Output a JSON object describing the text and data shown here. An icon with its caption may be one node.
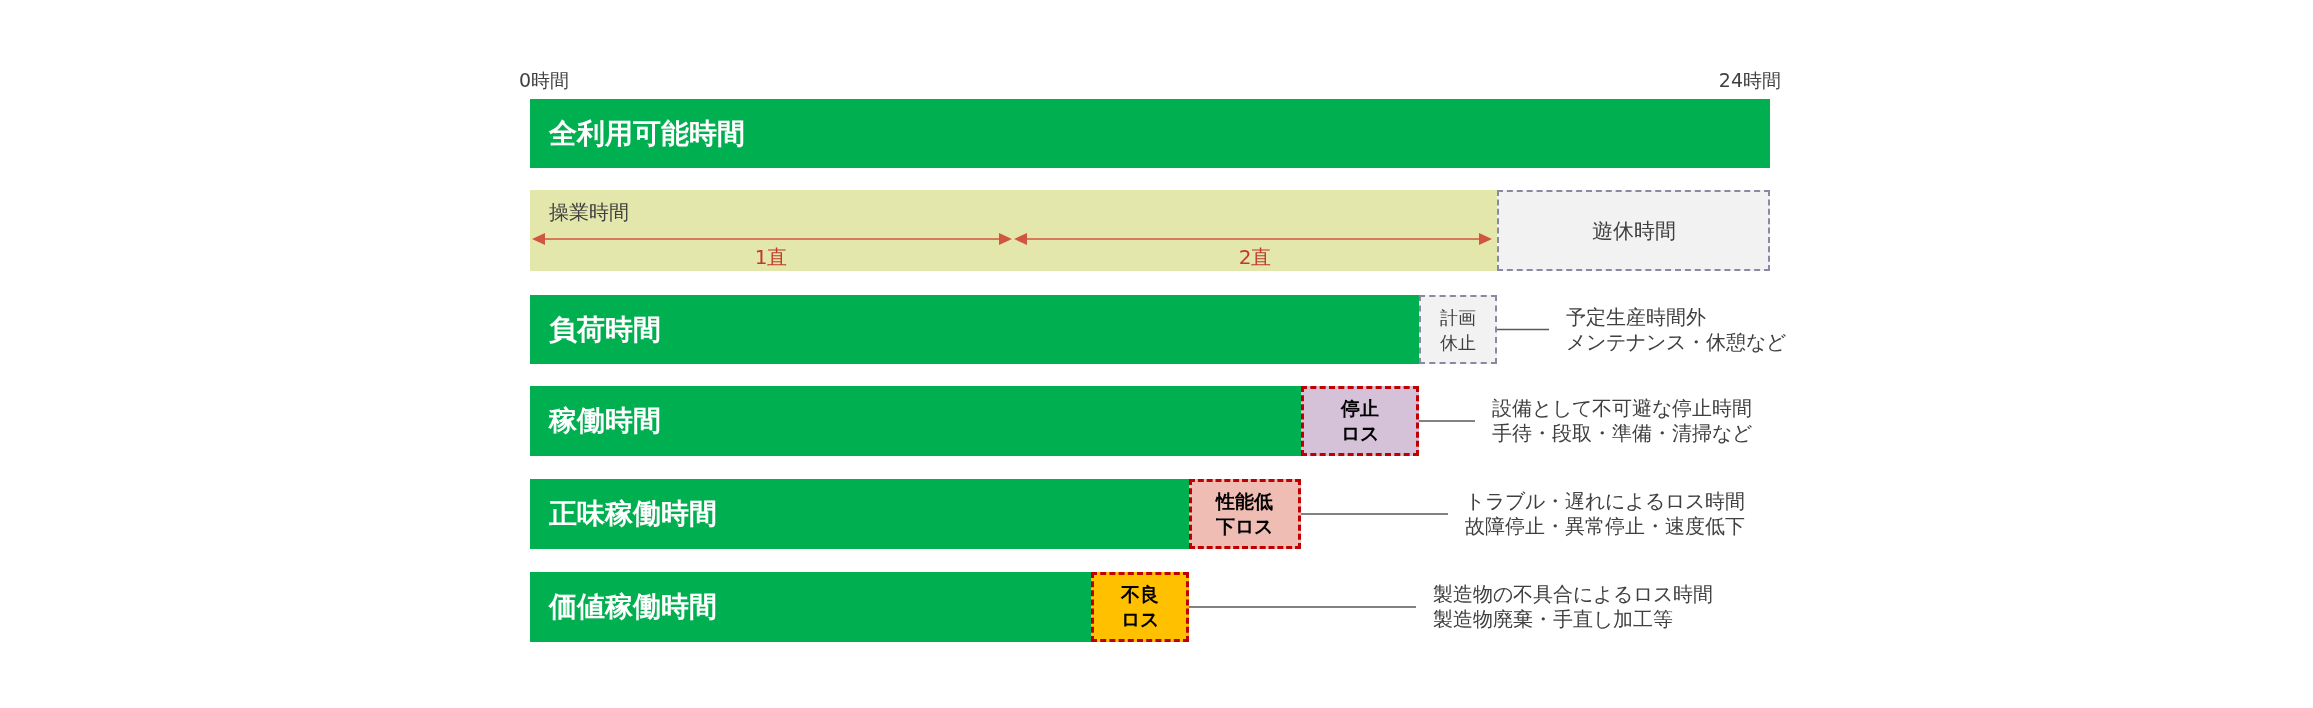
{
  "diagram": {
    "nodes": [
      {
        "text": [
          "全利用可能時間"
        ]
      },
      {
        "text": [
          "操業時間"
        ]
      },
      {
        "text": [
          "遊休時間"
        ]
      },
      {
        "text": [
          "負荷時間"
        ]
      },
      {
        "text": [
          "計画休止"
        ]
      },
      {
        "text": [
          "予定生産時間外",
          "メンテナンス・休憩など"
        ]
      },
      {
        "text": [
          "稼働時間"
        ]
      },
      {
        "text": [
          "停止ロス"
        ]
      },
      {
        "text": [
          "設備として不可避な停止時間",
          "手待・段取・準備・清掃など"
        ]
      },
      {
        "text": [
          "正味稼働時間"
        ]
      },
      {
        "text": [
          "性能低下ロス"
        ]
      },
      {
        "text": [
          "トラブル・遅れによるロス時間",
          "故障停止・異常停止・速度低下"
        ]
      },
      {
        "text": [
          "価値稼働時間"
        ]
      },
      {
        "text": [
          "不良ロス"
        ]
      },
      {
        "text": [
          "製造物の不具合によるロス時間",
          "製造物廃棄・手直し加工等"
        ]
      }
    ],
    "edges": [
      {
        "from": 5,
        "to": 4,
        "arrow": "none"
      },
      {
        "from": 8,
        "to": 7,
        "arrow": "none"
      },
      {
        "from": 11,
        "to": 10,
        "arrow": "none"
      },
      {
        "from": 14,
        "to": 13,
        "arrow": "none"
      }
    ],
    "labels": [
      "0時間",
      "24時間",
      "1直",
      "2直"
    ]
  }
}
